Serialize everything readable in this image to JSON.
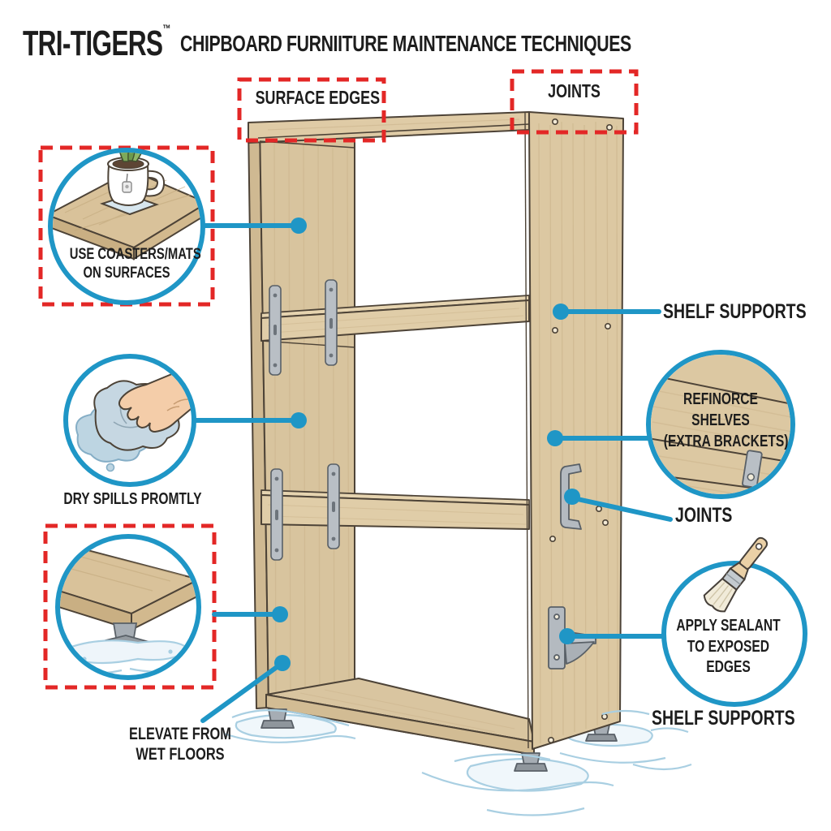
{
  "header": {
    "brand": "TRI-TIGERS",
    "trademark": "™",
    "title": "CHIPBOARD FURNIITURE MAINTENANCE TECHNIQUES"
  },
  "top_callouts": {
    "surface_edges": "SURFACE EDGES",
    "joints": "JOINTS"
  },
  "left_callouts": {
    "coasters": {
      "line1": "USE COASTERS/MATS",
      "line2": "ON SURFACES"
    },
    "dry_spills": {
      "label": "DRY SPILLS PROMTLY"
    },
    "elevate": {
      "line1": "ELEVATE FROM",
      "line2": "WET FLOORS"
    }
  },
  "right_callouts": {
    "shelf_supports_top": "SHELF SUPPORTS",
    "reinforce": {
      "line1": "REFINORCE",
      "line2": "SHELVES",
      "line3": "(EXTRA BRACKETS)"
    },
    "joints": "JOINTS",
    "sealant": {
      "line1": "APPLY SEALANT",
      "line2": "TO EXPOSED",
      "line3": "EDGES"
    },
    "shelf_supports_bottom": "SHELF SUPPORTS"
  },
  "colors": {
    "accent_blue": "#1f96c6",
    "alert_red": "#e32726",
    "wood": "#dcc8a2",
    "outline": "#4d4337",
    "text": "#1d1d1d"
  }
}
